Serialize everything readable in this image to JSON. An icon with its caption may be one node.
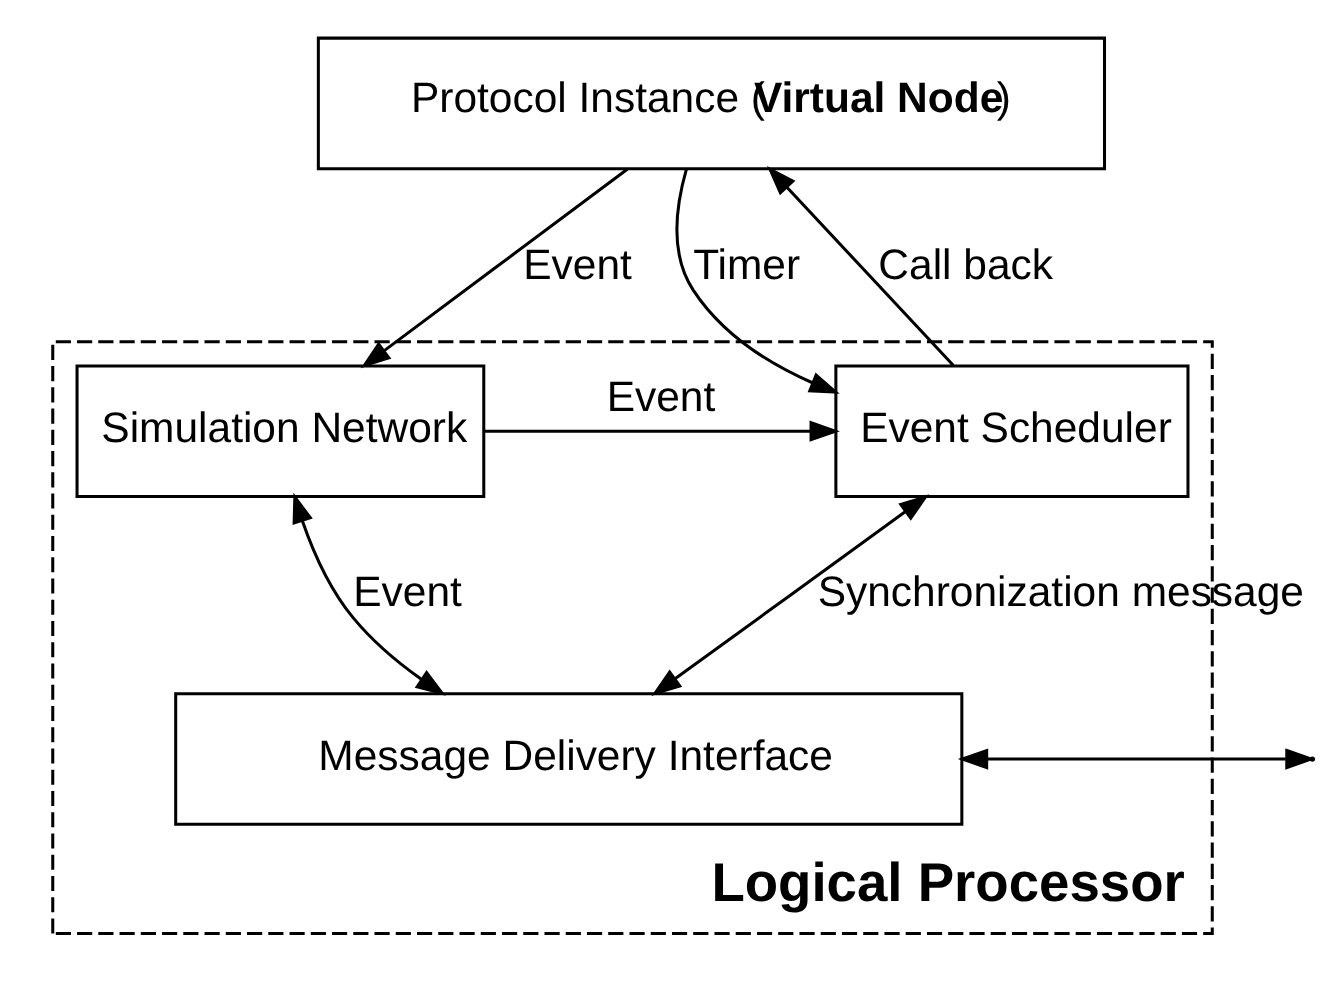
{
  "diagram": {
    "nodes": [
      {
        "text": [
          "Protocol Instance (**Virtual Node**)"
        ]
      },
      {
        "text": [
          "Logical Processor"
        ]
      },
      {
        "text": [
          "Event Scheduler"
        ],
        "in": 1
      },
      {
        "text": [
          "Simulation Network"
        ],
        "in": 1
      },
      {
        "text": [
          "Message Delivery Interface"
        ],
        "in": 1
      }
    ],
    "edges": [
      {
        "from": 2,
        "to": 0,
        "arrow": "to",
        "label": "Call back"
      },
      {
        "from": 0,
        "to": 2,
        "arrow": "to",
        "label": "Timer"
      },
      {
        "from": 0,
        "to": 3,
        "arrow": "to",
        "label": "Event"
      },
      {
        "from": 3,
        "to": 2,
        "arrow": "to",
        "label": "Event"
      },
      {
        "from": 2,
        "to": 4,
        "arrow": "both",
        "label": "Synchronization message"
      },
      {
        "from": 3,
        "to": 4,
        "arrow": "both",
        "label": "Event"
      },
      {
        "from": 4,
        "to": null,
        "arrow": "both"
      }
    ]
  }
}
